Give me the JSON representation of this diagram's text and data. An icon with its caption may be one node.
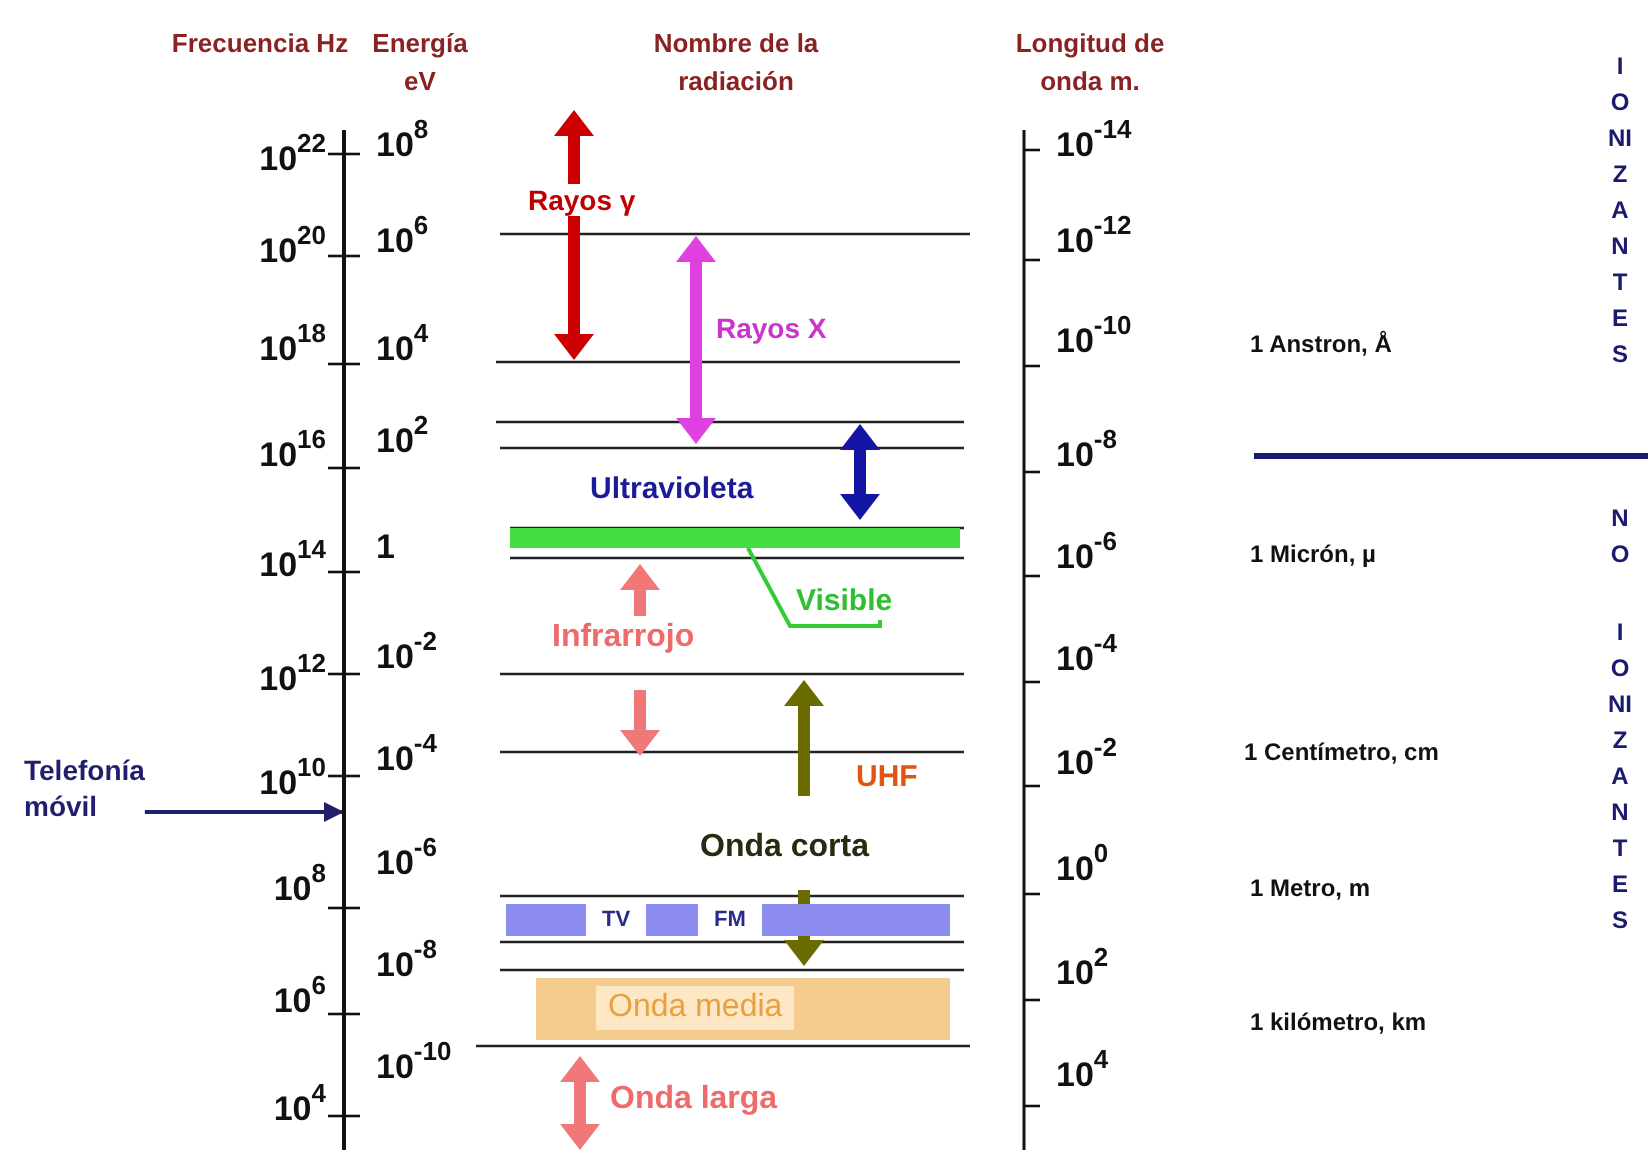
{
  "diagram": {
    "nodes": [
      {
        "text": [
          "Telefonía móvil"
        ]
      },
      {
        "text": [],
        "shape": "bar"
      },
      {
        "text": [
          "Visible"
        ]
      },
      {
        "text": [],
        "shape": "bar"
      },
      {
        "text": [
          "TV",
          "FM"
        ]
      },
      {
        "text": [
          "Onda media"
        ]
      }
    ],
    "edges": [
      {
        "from": 0,
        "to": 1,
        "arrow": "to"
      },
      {
        "from": 2,
        "to": 3,
        "arrow": "none",
        "color": "#33cc33"
      }
    ],
    "labels": [
      "Frecuencia Hz",
      "Energía eV",
      "Nombre de la radiación",
      "Longitud de onda m.",
      "10$^{22}$",
      "10$^{20}$",
      "10$^{18}$",
      "10$^{16}$",
      "10$^{14}$",
      "10$^{12}$",
      "10$^{10}$",
      "10$^{8}$",
      "10$^{6}$",
      "10$^{4}$",
      "10$^{8}$",
      "10$^{6}$",
      "10$^{4}$",
      "10$^{2}$",
      "1",
      "10$^{-2}$",
      "10$^{-4}$",
      "10$^{-6}$",
      "10$^{-8}$",
      "10$^{-10}$",
      "10$^{-14}$",
      "10$^{-12}$",
      "10$^{-10}$",
      "10$^{-8}$",
      "10$^{-6}$",
      "10$^{-4}$",
      "10$^{-2}$",
      "10$^{0}$",
      "10$^{2}$",
      "10$^{4}$",
      "Rayos γ",
      "Rayos X",
      "Ultravioleta",
      "Infrarrojo",
      "UHF",
      "Onda corta",
      "Onda larga",
      "1 Anstron, Å",
      "1 Micrón, µ",
      "1 Centímetro, cm",
      "1 Metro, m",
      "1 kilómetro, km",
      "IONIZANTES",
      "NO",
      "IONIZANTES"
    ]
  }
}
